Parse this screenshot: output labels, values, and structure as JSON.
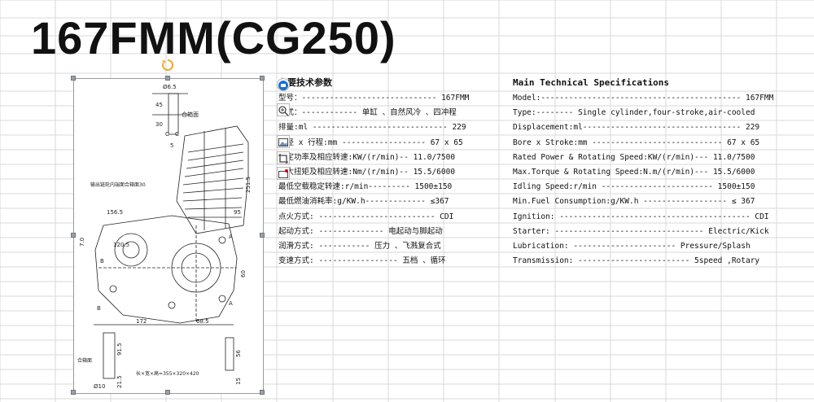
{
  "title": "167FMM(CG250)",
  "zh_specs": {
    "header": "主要技术参数",
    "rows": [
      "型号：----------------------------- 167FMM",
      "型式：------------ 单缸 、自然风冷 、四冲程",
      "排量:ml ----------------------------- 229",
      "缸径 x 行程:mm ------------------ 67 x 65",
      "标定功率及相应转速:KW/(r/min)-- 11.0/7500",
      "最大扭矩及相应转速:Nm/(r/min)-- 15.5/6000",
      "最低空载稳定转速:r/min--------- 1500±150",
      "最低燃油消耗率:g/KW.h------------- ≤367",
      "点火方式: ------------------------- CDI",
      "起动方式: -------------- 电起动与脚起动",
      "润滑方式: ----------- 压力 、飞溅复合式",
      "变速方式: ----------------- 五档 、循环"
    ]
  },
  "en_specs": {
    "header": "Main Technical Specifications",
    "rows": [
      "Model:------------------------------------------- 167FMM",
      "Type:-------- Single cylinder,four-stroke,air-cooled",
      "Displacement:ml---------------------------------- 229",
      "Bore x Stroke:mm ---------------------------- 67 x 65",
      "Rated Power & Rotating Speed:KW/(r/min)--- 11.0/7500",
      "Max.Torque & Rotating Speed:N.m/(r/min)--- 15.5/6000",
      "Idling Speed:r/min ------------------------ 1500±150",
      "Min.Fuel Consumption:g/KW.h ------------------ ≤ 367",
      "Ignition: ----------------------------------------- CDI",
      "Starter: -------------------------------- Electric/Kick",
      "Lubrication: ---------------------- Pressure/Splash",
      "Transmission: ------------------------ 5speed ,Rotary"
    ]
  },
  "drawing_labels": {
    "d65": "Ø6.5",
    "d10": "Ø10",
    "v45": "45",
    "v30": "30",
    "v2515": "251.5",
    "v5": "5",
    "v70": "7.0",
    "v95": "95",
    "v1565": "156.5",
    "v1205": "120.5",
    "v172": "172",
    "v685": "68.5",
    "v60": "60",
    "v915": "91.5",
    "v56": "56",
    "v215": "21.5",
    "v15": "15",
    "lbl_mount1": "合箱面",
    "lbl_mount2": "合箱面",
    "lbl_note": "输出链轮内端面合箱面30",
    "lbl_dims": "长×宽×高=355×320×420",
    "lbl_A": "A",
    "lbl_B": "B",
    "lbl_C": "C"
  },
  "toolbar_icons": [
    "layout-icon",
    "zoom-icon",
    "image-icon",
    "crop-icon",
    "frame-icon"
  ],
  "colors": {
    "grid": "#d9d9d9",
    "handle": "#9aa0a6",
    "accent": "#1a6fd0",
    "rotate": "#f5a623"
  }
}
